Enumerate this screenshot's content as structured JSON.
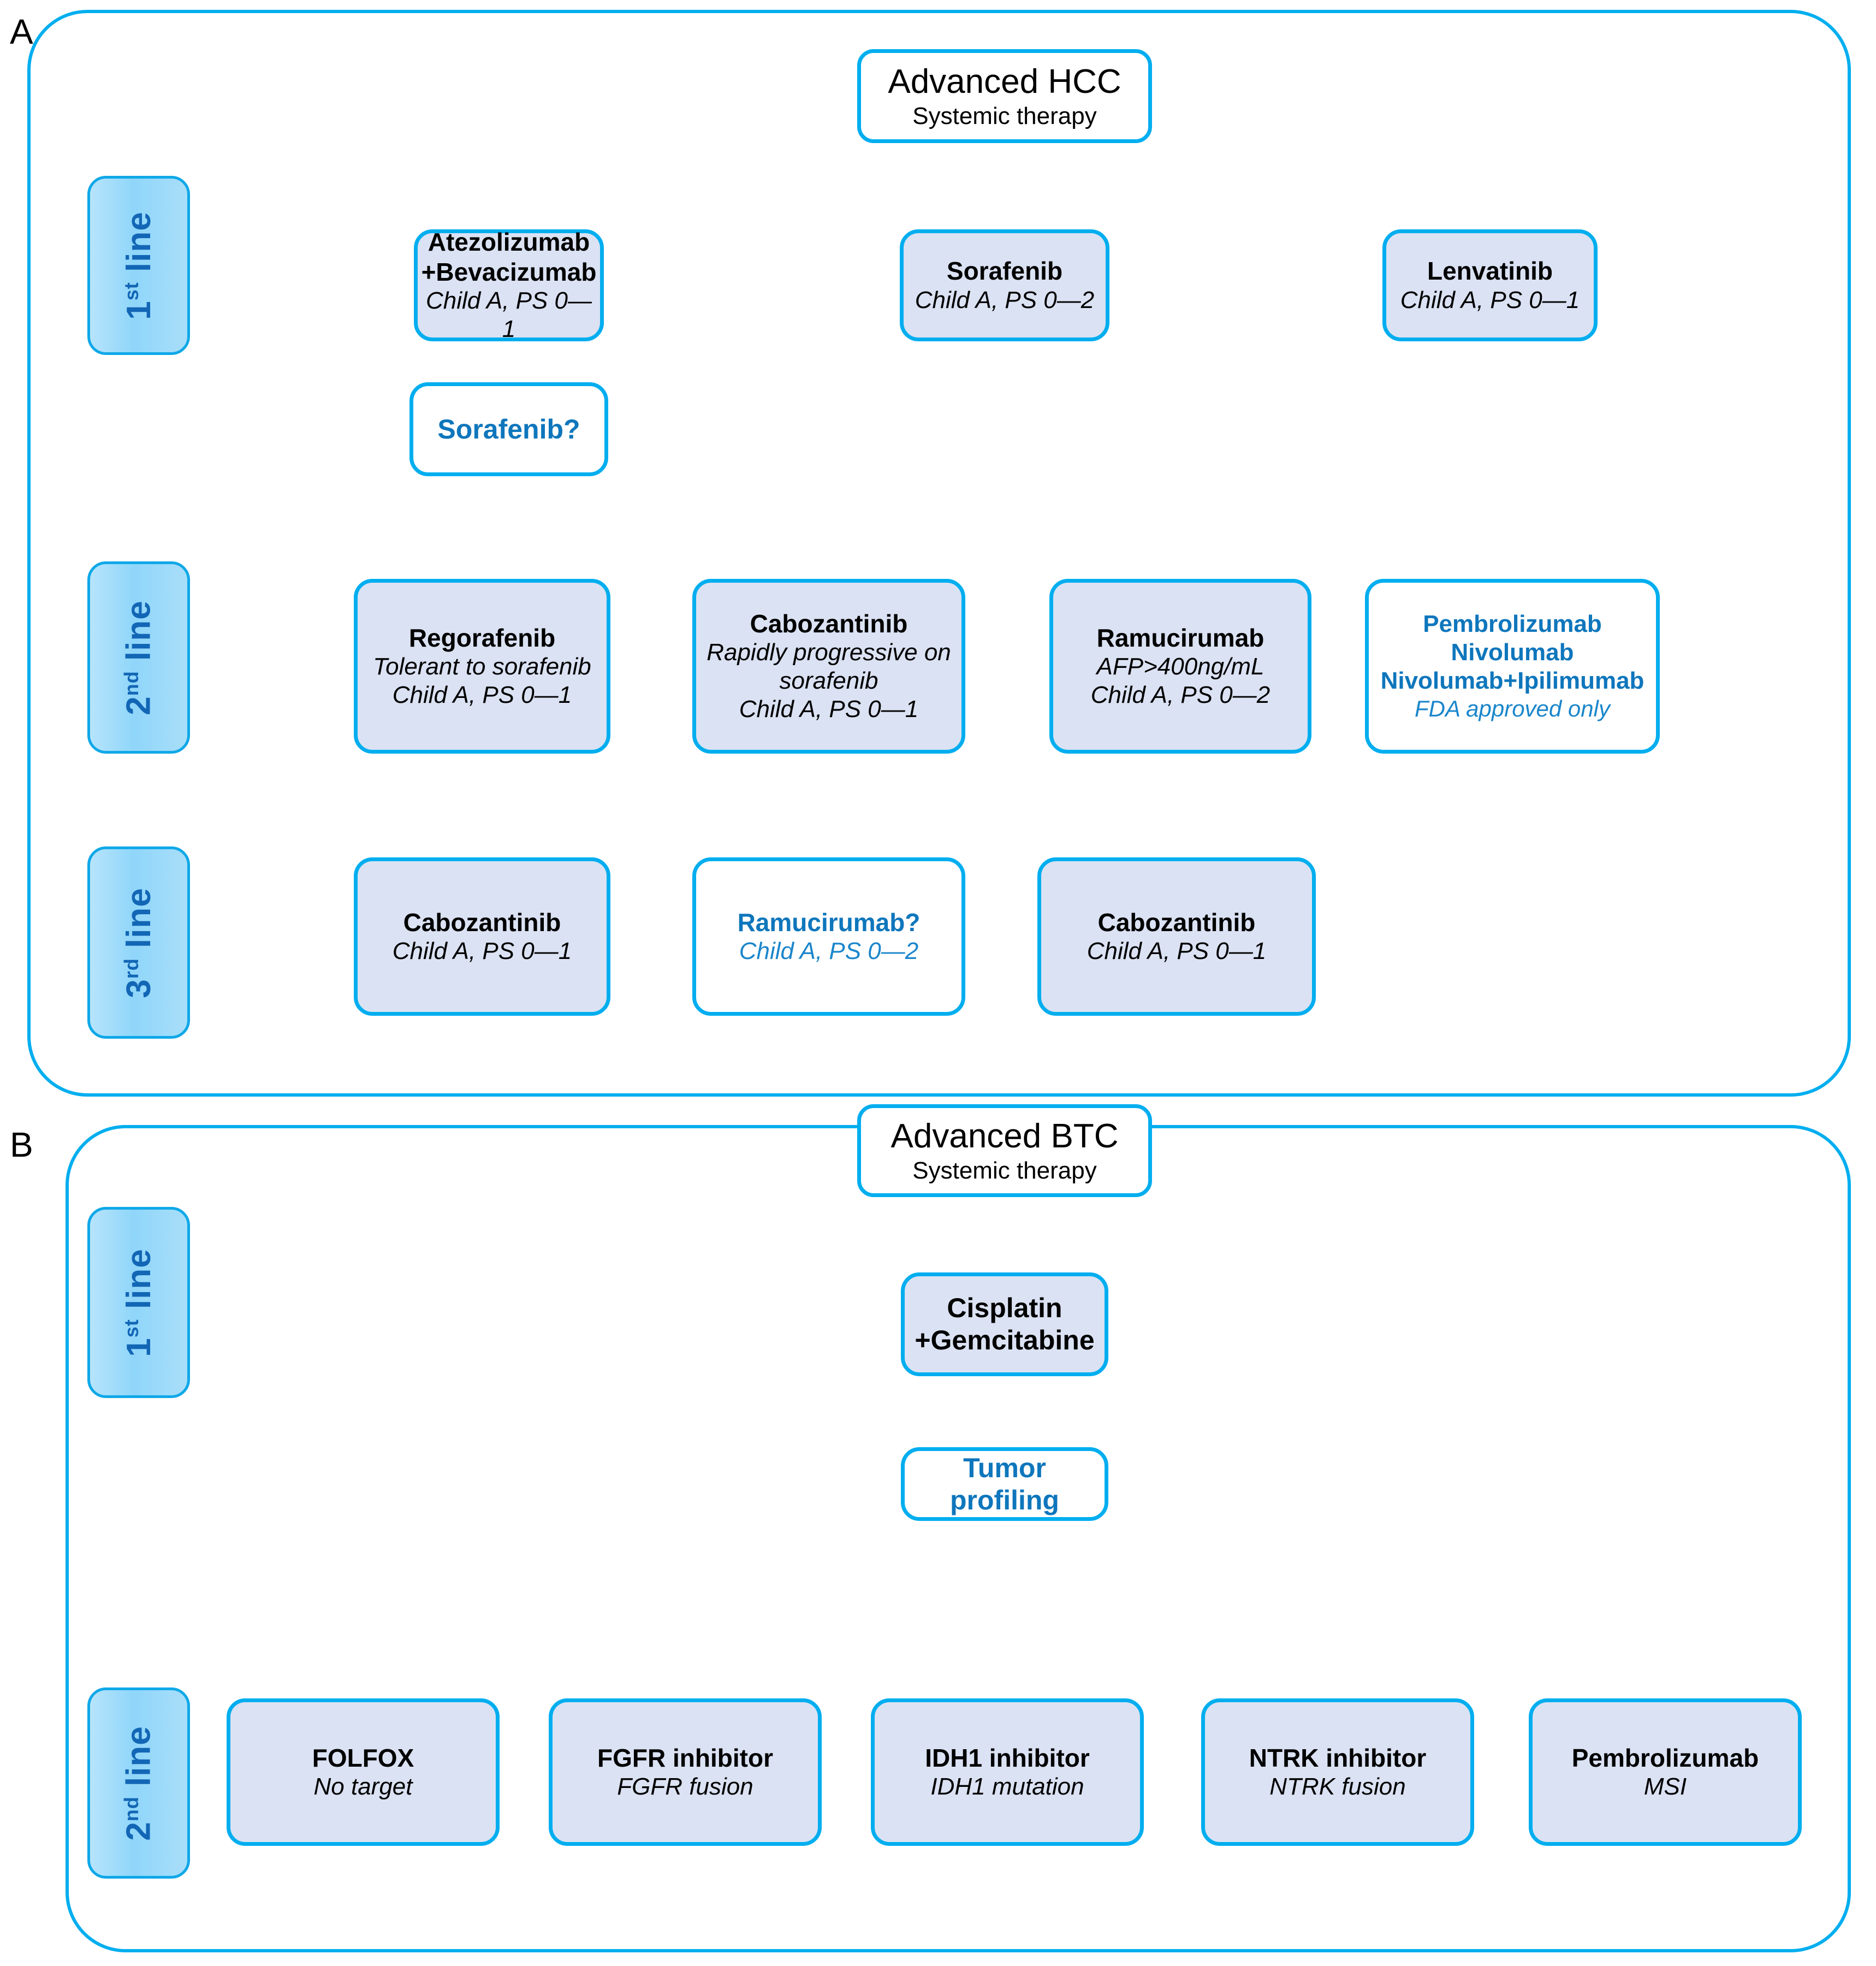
{
  "figure": {
    "panels": [
      {
        "letter": "A"
      },
      {
        "letter": "B"
      }
    ]
  },
  "panel_a": {
    "letter": "A",
    "root": {
      "title": "Advanced HCC",
      "sub": "Systemic therapy"
    },
    "stages": [
      {
        "number": "1",
        "ordinal": "st",
        "label": "line"
      },
      {
        "number": "2",
        "ordinal": "nd",
        "label": "line"
      },
      {
        "number": "3",
        "ordinal": "rd",
        "label": "line"
      }
    ],
    "first_line": [
      {
        "title": "Atezolizumab\n+Bevacizumab",
        "sub": "Child A, PS 0—1"
      },
      {
        "title": "Sorafenib",
        "sub": "Child A, PS 0—2"
      },
      {
        "title": "Lenvatinib",
        "sub": "Child A, PS 0—1"
      }
    ],
    "interim": {
      "title": "Sorafenib?",
      "sub": ""
    },
    "second_line": [
      {
        "title": "Regorafenib",
        "sub": "Tolerant to sorafenib\nChild A, PS 0—1"
      },
      {
        "title": "Cabozantinib",
        "sub": "Rapidly progressive on\nsorafenib\nChild A, PS 0—1"
      },
      {
        "title": "Ramucirumab",
        "sub": "AFP>400ng/mL\nChild A, PS 0—2"
      },
      {
        "title": "Pembrolizumab\nNivolumab\nNivolumab+Ipilimumab",
        "sub": "FDA approved only"
      }
    ],
    "third_line": [
      {
        "title": "Cabozantinib",
        "sub": "Child A, PS 0—1"
      },
      {
        "title": "Ramucirumab?",
        "sub": "Child A, PS 0—2"
      },
      {
        "title": "Cabozantinib",
        "sub": "Child A, PS 0—1"
      }
    ]
  },
  "panel_b": {
    "letter": "B",
    "root": {
      "title": "Advanced BTC",
      "sub": "Systemic therapy"
    },
    "stages": [
      {
        "number": "1",
        "ordinal": "st",
        "label": "line"
      },
      {
        "number": "2",
        "ordinal": "nd",
        "label": "line"
      }
    ],
    "first_line": {
      "title": "Cisplatin\n+Gemcitabine",
      "sub": ""
    },
    "profiling": {
      "title": "Tumor profiling",
      "sub": ""
    },
    "second_line": [
      {
        "title": "FOLFOX",
        "sub": "No target"
      },
      {
        "title": "FGFR inhibitor",
        "sub": "FGFR fusion"
      },
      {
        "title": "IDH1 inhibitor",
        "sub": "IDH1 mutation"
      },
      {
        "title": "NTRK inhibitor",
        "sub": "NTRK fusion"
      },
      {
        "title": "Pembrolizumab",
        "sub": "MSI"
      }
    ]
  },
  "colors": {
    "panel_border": "#00AEEF",
    "node_border": "#00AEEF",
    "node_fill": "#dbe2f3",
    "connector": "#4472C4",
    "blue_text": "#0E76BC",
    "stage_text": "#1266B5"
  }
}
